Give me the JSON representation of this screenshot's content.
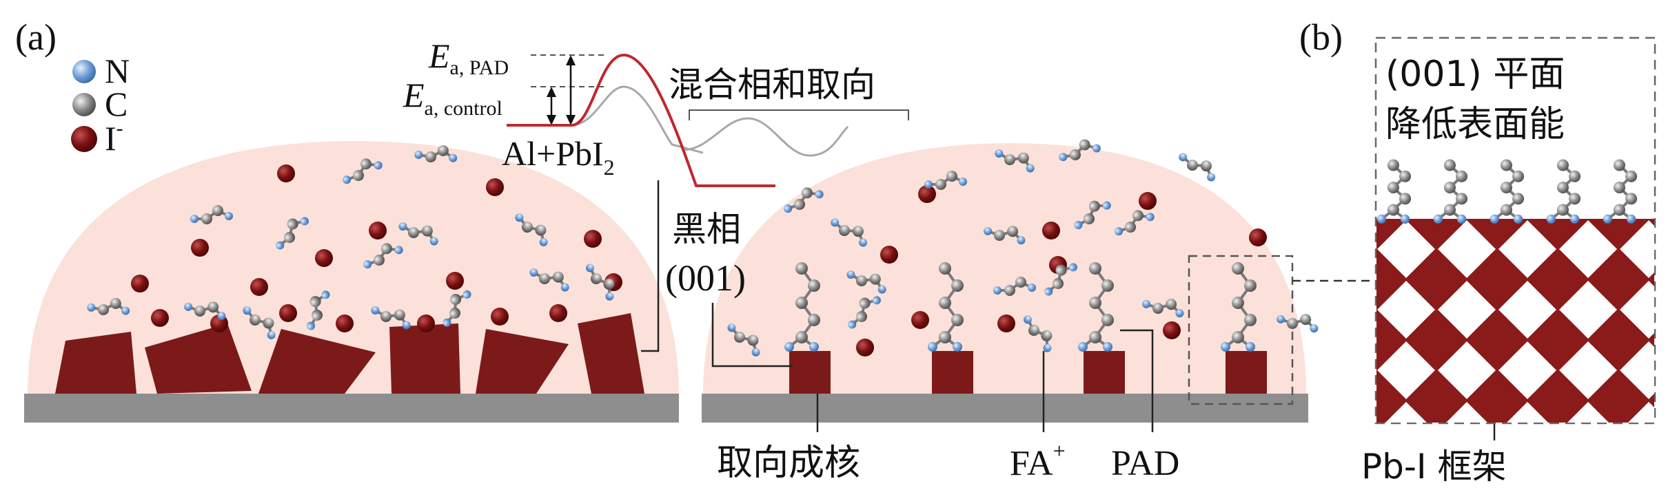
{
  "panels": {
    "a_label": "(a)",
    "b_label": "(b)"
  },
  "legend": {
    "items": [
      {
        "symbol": "N",
        "label": "N",
        "color": "#6f9fd8"
      },
      {
        "symbol": "C",
        "label": "C",
        "color": "#8c8c8c"
      },
      {
        "symbol": "I",
        "label": "I",
        "sup": "-",
        "color": "#7a1010"
      }
    ]
  },
  "energy": {
    "pad_E": "E",
    "pad_sub": "a, PAD",
    "control_E": "E",
    "control_sub": "a, control",
    "reactant_main": "Al+PbI",
    "reactant_sub": "2",
    "mixed_phase": "混合相和取向",
    "black_phase": "黑相",
    "orientation": "(001)"
  },
  "labels": {
    "oriented_nucleation": "取向成核",
    "fa_main": "FA",
    "fa_sup": "+",
    "pad": "PAD",
    "plane_line1": "(001) 平面",
    "plane_line2": "降低表面能",
    "framework": "Pb-I 框架"
  },
  "colors": {
    "dome": "#fbe1d9",
    "crystal": "#7c1a1a",
    "substrate": "#8e8e8e",
    "pad_curve": "#c0272d",
    "control_curve": "#a8a8a8",
    "checker_light": "#ffffff"
  }
}
